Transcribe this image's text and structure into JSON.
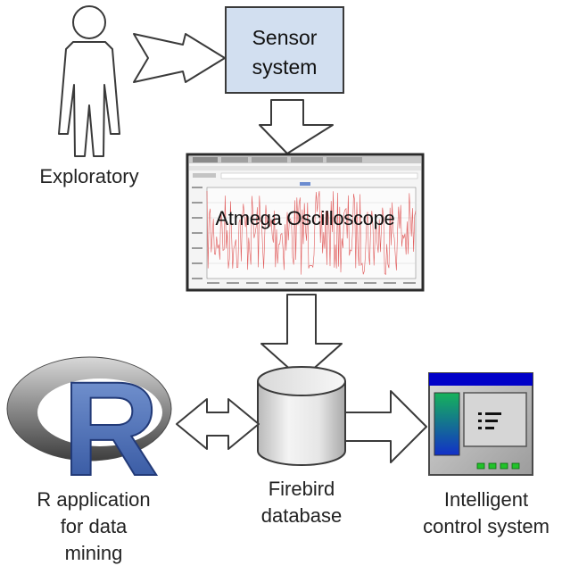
{
  "nodes": {
    "sensor": {
      "line1": "Sensor",
      "line2": "system"
    },
    "person": {
      "label": "Exploratory"
    },
    "oscilloscope": {
      "title": "Atmega Oscilloscope"
    },
    "database": {
      "line1": "Firebird",
      "line2": "database"
    },
    "r_app": {
      "logo_letter": "R",
      "line1": "R application",
      "line2": "for data",
      "line3": "mining"
    },
    "control": {
      "line1": "Intelligent",
      "line2": "control system"
    }
  },
  "colors": {
    "sensor_fill": "#d2dff0",
    "arrow_fill": "#ffffff",
    "outline": "#3a3a3a",
    "signal": "#e05a5a",
    "window_title": "#0000c8",
    "indicator": "#22c22a"
  }
}
